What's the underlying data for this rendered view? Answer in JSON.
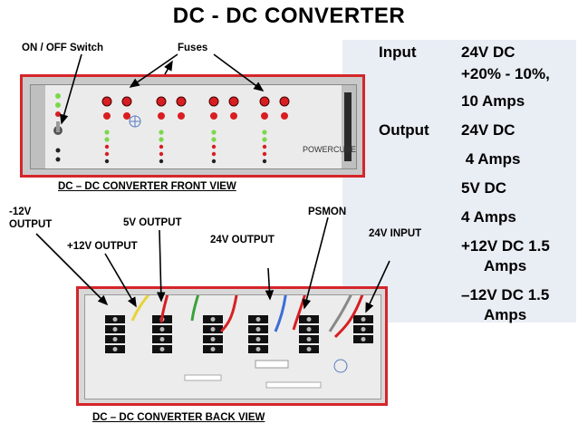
{
  "title": "DC -  DC CONVERTER",
  "front_labels": {
    "switch": "ON / OFF Switch",
    "fuses": "Fuses",
    "caption": "DC – DC CONVERTER FRONT VIEW",
    "brand": "POWERCUBE"
  },
  "back_labels": {
    "neg12": "-12V",
    "neg12b": "OUTPUT",
    "v5": "5V OUTPUT",
    "v12": "+12V OUTPUT",
    "v24": "24V OUTPUT",
    "psmon": "PSMON",
    "input24": "24V INPUT",
    "caption": "DC – DC CONVERTER BACK VIEW"
  },
  "specs": {
    "input_label": "Input",
    "input_v1": "24V DC",
    "input_v2": "+20% - 10%,",
    "input_v3": "10 Amps",
    "output_label": "Output",
    "out_1": "24V DC",
    "out_2": " 4 Amps",
    "out_3": "5V DC",
    "out_4": "4 Amps",
    "out_5": "+12V DC 1.5",
    "out_6": "Amps",
    "out_7": "–12V DC 1.5",
    "out_8": "Amps"
  },
  "colors": {
    "frame_red": "#d5252a",
    "panel_bg": "#e9edf4",
    "led_green": "#7bd84a",
    "fuse_red": "#d81e22"
  }
}
